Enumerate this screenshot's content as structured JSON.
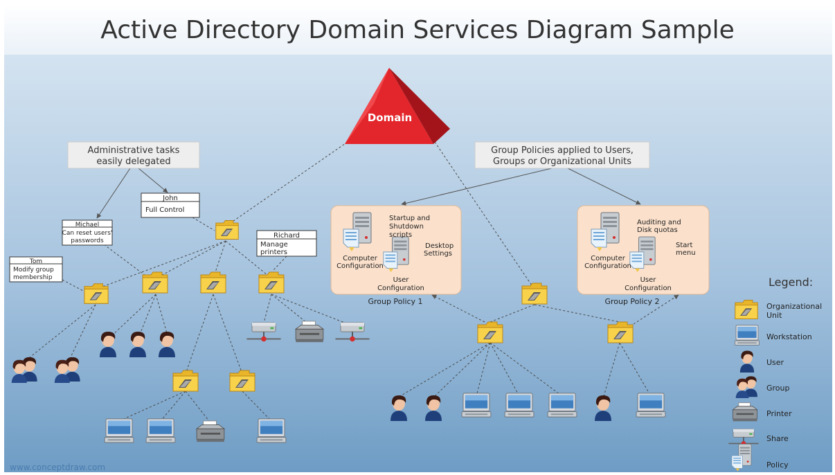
{
  "title": "Active Directory Domain Services Diagram Sample",
  "domain_label": "Domain",
  "callouts": {
    "admin": [
      "Administrative tasks",
      "easily delegated"
    ],
    "policies": [
      "Group Policies applied to Users,",
      "Groups or Organizational Units"
    ]
  },
  "delegates": {
    "john": {
      "name": "John",
      "lines": [
        "Full Control"
      ]
    },
    "michael": {
      "name": "Michael",
      "lines": [
        "Can reset users'",
        "passwords"
      ]
    },
    "tom": {
      "name": "Tom",
      "lines": [
        "Modify group",
        "membership"
      ]
    },
    "richard": {
      "name": "Richard",
      "lines": [
        "Manage",
        "printers"
      ]
    }
  },
  "group_policy_1": {
    "label": "Group Policy 1",
    "texts": [
      "Startup and",
      "Shutdown",
      "scripts",
      "Desktop",
      "Settings",
      "Computer",
      "Configuration",
      "User",
      "Configuration"
    ]
  },
  "group_policy_2": {
    "label": "Group Policy 2",
    "texts": [
      "Auditing and",
      "Disk quotas",
      "Start",
      "menu",
      "Computer",
      "Configuration",
      "User",
      "Configuration"
    ]
  },
  "legend": {
    "title": "Legend:",
    "items": [
      {
        "icon": "organizational-unit-icon",
        "label": [
          "Organizational",
          "Unit"
        ]
      },
      {
        "icon": "workstation-icon",
        "label": [
          "Workstation"
        ]
      },
      {
        "icon": "user-icon",
        "label": [
          "User"
        ]
      },
      {
        "icon": "group-icon",
        "label": [
          "Group"
        ]
      },
      {
        "icon": "printer-icon",
        "label": [
          "Printer"
        ]
      },
      {
        "icon": "share-icon",
        "label": [
          "Share"
        ]
      },
      {
        "icon": "policy-icon",
        "label": [
          "Policy"
        ]
      }
    ]
  },
  "footer": "www.conceptdraw.com",
  "colors": {
    "sky_top": "#cfe0ef",
    "sky_bottom": "#6e9cc4",
    "title_band": "#ffffff",
    "domain_red": "#e0262b",
    "folder_yellow": "#f7cf46",
    "policy_box": "#fbe3cf",
    "footer_link": "#4a7cb0"
  }
}
